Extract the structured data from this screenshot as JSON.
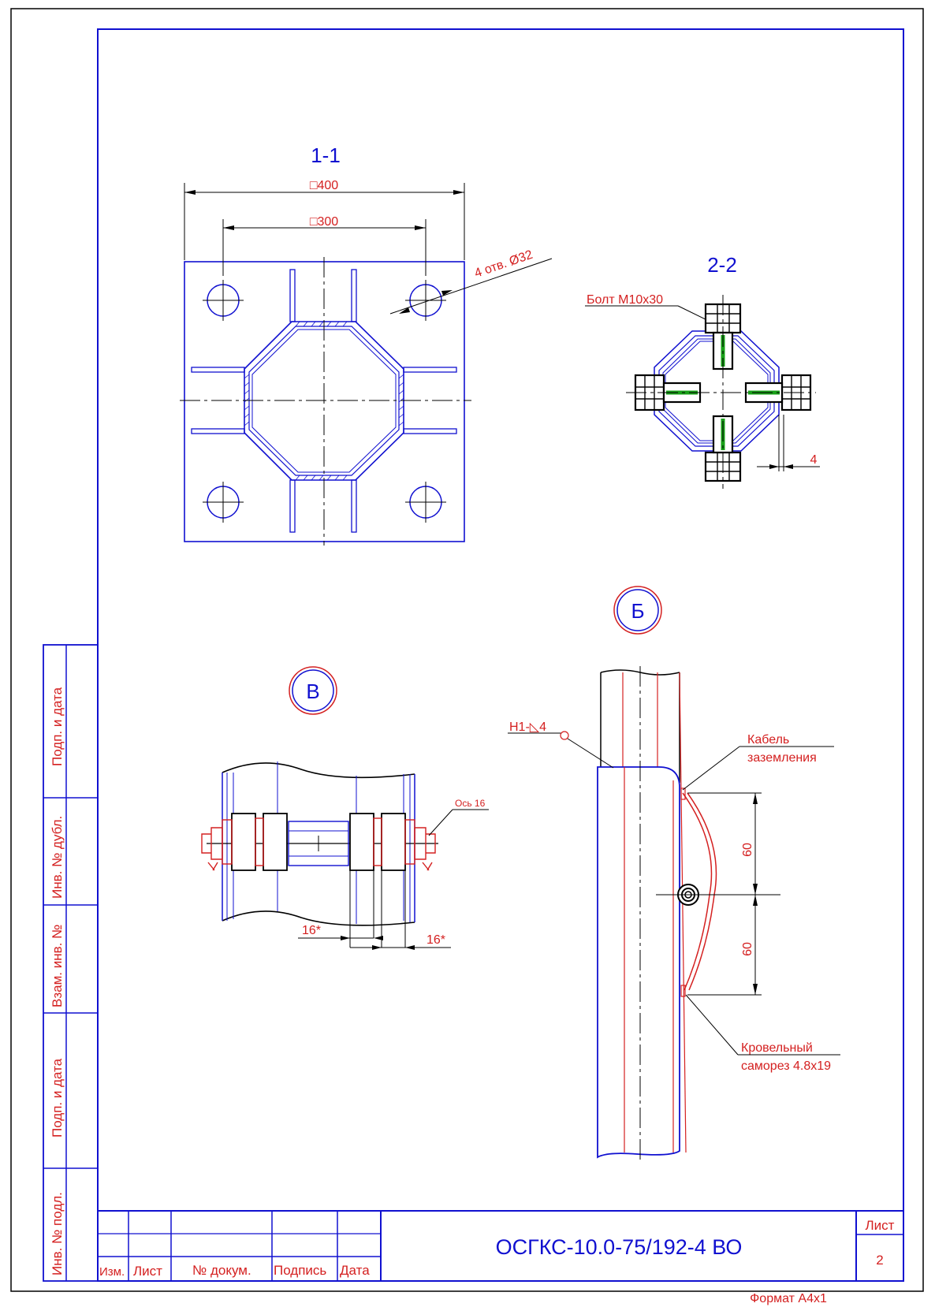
{
  "views": {
    "section_1_1": {
      "title": "1-1",
      "dim_outer": "□400",
      "dim_holes": "□300",
      "holes_note": "4 отв. Ø32"
    },
    "section_2_2": {
      "title": "2-2",
      "bolt_label": "Болт М10х30",
      "gap_dim": "4"
    },
    "detail_B": {
      "marker": "Б",
      "weld_label": "Н1-◺4",
      "cable_label_line1": "Кабель",
      "cable_label_line2": "заземления",
      "dim_upper": "60",
      "dim_lower": "60",
      "screw_label_line1": "Кровельный",
      "screw_label_line2": "саморез 4.8х19"
    },
    "detail_V": {
      "marker": "В",
      "axis_label": "Ось 16",
      "dim_left": "16*",
      "dim_right": "16*"
    }
  },
  "side_stamp": {
    "podp_data_top": "Подп. и дата",
    "inv_dubl": "Инв. № дубл.",
    "vzam_inv": "Взам. инв. №",
    "podp_data_bottom": "Подп. и дата",
    "inv_podl": "Инв. № подл."
  },
  "title_block": {
    "col_izm": "Изм.",
    "col_list": "Лист",
    "col_doc": "№ докум.",
    "col_sign": "Подпись",
    "col_date": "Дата",
    "designation": "ОСГКС-10.0-75/192-4 ВО",
    "sheet_label": "Лист",
    "sheet_number": "2"
  },
  "format_label": "Формат  А4х1",
  "colors": {
    "outline": "#1010d0",
    "dimension": "#d42020",
    "axis": "#000000"
  }
}
